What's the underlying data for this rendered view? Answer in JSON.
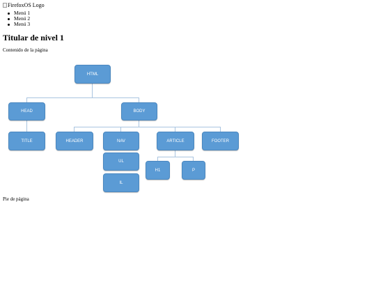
{
  "header": {
    "logo_alt": "FirefoxOS Logo",
    "menu": [
      "Menú 1",
      "Menú 2",
      "Menú 3"
    ]
  },
  "main": {
    "title": "Titular de nivel 1",
    "content": "Contenido de la página"
  },
  "diagram": {
    "nodes": {
      "html": "HTML",
      "head": "HEAD",
      "body": "BODY",
      "title": "TITLE",
      "header": "HEADER",
      "nav": "NAV",
      "article": "ARTICLE",
      "footer": "FOOTER",
      "ul": "UL",
      "li": "IL",
      "h1": "H1",
      "p": "P"
    },
    "colors": {
      "node_fill": "#5b9bd5",
      "connector": "#a9c4e0"
    }
  },
  "footer": {
    "text": "Pie de página"
  }
}
